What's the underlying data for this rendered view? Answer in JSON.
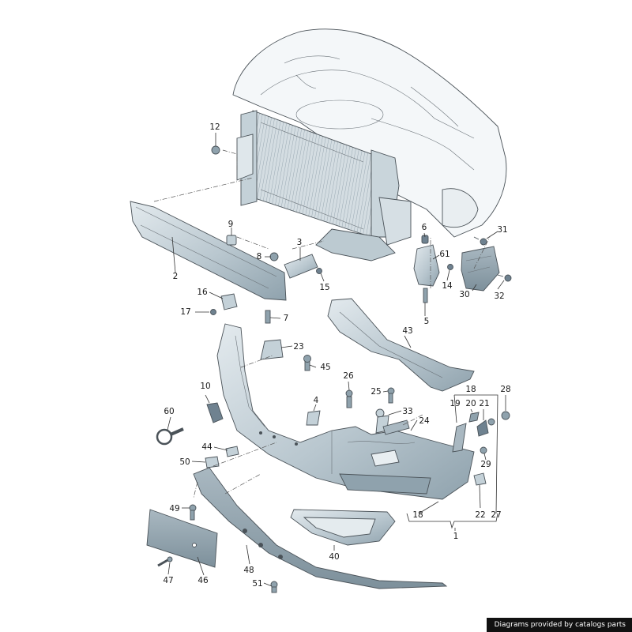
{
  "callouts": [
    "1",
    "2",
    "3",
    "4",
    "5",
    "6",
    "7",
    "8",
    "9",
    "10",
    "12",
    "14",
    "15",
    "16",
    "17",
    "18",
    "18",
    "19",
    "20",
    "21",
    "22",
    "23",
    "24",
    "25",
    "26",
    "27",
    "28",
    "29",
    "30",
    "31",
    "32",
    "33",
    "40",
    "43",
    "44",
    "45",
    "46",
    "47",
    "48",
    "49",
    "50",
    "51",
    "60",
    "61"
  ],
  "credit": "Diagrams provided by catalogs parts",
  "colors": {
    "part_fill": "#b9c7cf",
    "part_light": "#dfe7eb",
    "part_dark": "#8fa2ad",
    "line": "#4a5258"
  }
}
